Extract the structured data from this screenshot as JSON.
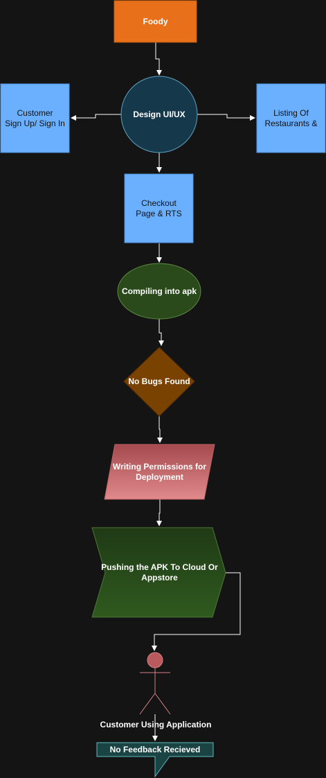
{
  "nodes": {
    "foody": {
      "label": "Foody",
      "fill": "#e8701a",
      "shape": "rectangle"
    },
    "design": {
      "label": "Design UI/UX",
      "fill": "#16384b",
      "stroke": "#5ea3c2",
      "shape": "circle"
    },
    "signup": {
      "label": "Customer\nSign Up/ Sign In",
      "fill": "#6ab0ff",
      "shape": "rectangle"
    },
    "listing": {
      "label": "Listing Of\nRestaurants &",
      "fill": "#6ab0ff",
      "shape": "rectangle"
    },
    "checkout": {
      "label": "Checkout\nPage & RTS",
      "fill": "#6ab0ff",
      "shape": "rectangle"
    },
    "compile": {
      "label": "Compiling into apk",
      "fill": "#2b4a1c",
      "stroke": "#5f8a3e",
      "shape": "ellipse"
    },
    "nobugs": {
      "label": "No Bugs Found",
      "fill": "#7a4200",
      "shape": "diamond"
    },
    "permissions": {
      "label": "Writing Permissions  for\nDeployment",
      "fill": "#c9686b",
      "shape": "parallelogram"
    },
    "push": {
      "label": "Pushing the APK To Cloud Or\nAppstore",
      "fill": "#26461a",
      "shape": "step"
    },
    "customer": {
      "label": "Customer Using Application",
      "fill": "#b85a5e",
      "shape": "actor"
    },
    "feedback": {
      "label": "No Feedback Recieved",
      "fill": "#1a4343",
      "stroke": "#5fbcbc",
      "shape": "callout"
    }
  },
  "colors": {
    "background": "#141414",
    "edge": "#ffffff"
  }
}
